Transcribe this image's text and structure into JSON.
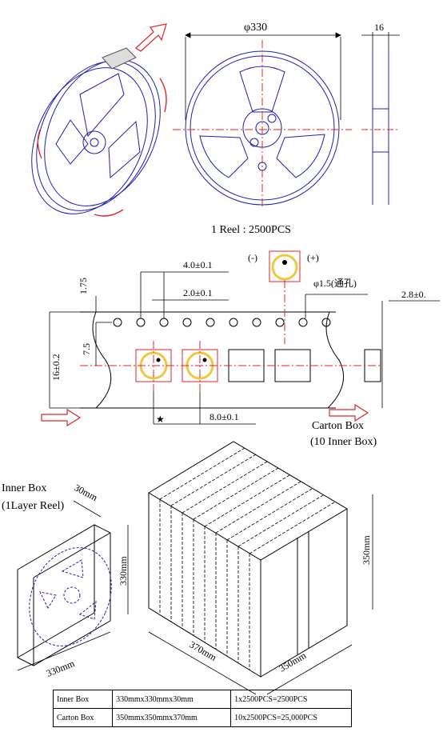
{
  "reel": {
    "diameter_label": "φ330",
    "width_label": "16",
    "quantity_caption": "1 Reel : 2500PCS"
  },
  "tape": {
    "dim_top": "1.75",
    "dim_pitch4": "4.0±0.1",
    "dim_pitch2": "2.0±0.1",
    "dim_width": "16±0.2",
    "dim_75": "7.5",
    "dim_hole": "φ1.5(通孔)",
    "dim_thickness": "2.8±0.",
    "dim_pitch8": "8.0±0.1",
    "polarity_neg": "(-)",
    "polarity_pos": "(+)",
    "star": "★"
  },
  "boxes": {
    "carton_title": "Carton Box",
    "carton_sub": "(10 Inner Box)",
    "inner_title": "Inner Box",
    "inner_sub": "(1Layer Reel)",
    "inner_depth": "30mm",
    "inner_h": "330mm",
    "inner_w": "330mm",
    "carton_h": "350mm",
    "carton_l": "370mm",
    "carton_w": "350mm"
  },
  "table": {
    "rows": [
      {
        "name": "Inner Box",
        "size": "330mmx330mmx30mm",
        "qty": "1x2500PCS=2500PCS"
      },
      {
        "name": "Carton Box",
        "size": "350mmx350mmx370mm",
        "qty": "10x2500PCS=25,000PCS"
      }
    ]
  },
  "colors": {
    "outline": "#1f1fb4",
    "center": "#e0262a",
    "arrow": "#e0262a",
    "pad": "#f0c83c"
  }
}
